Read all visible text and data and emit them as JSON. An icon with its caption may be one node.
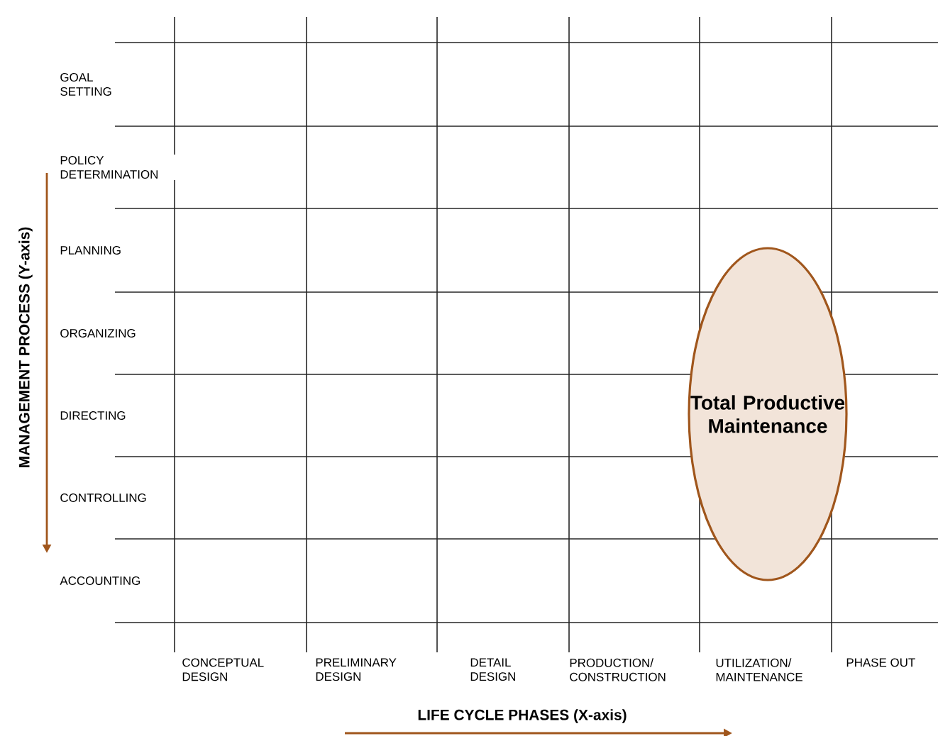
{
  "diagram": {
    "nodes": [
      {
        "text": [
          "Total Productive Maintenance"
        ]
      }
    ],
    "labels": [
      "MANAGEMENT PROCESS (Y-axis)",
      "GOAL SETTING",
      "POLICY DETERMINATION",
      "PLANNING",
      "ORGANIZING",
      "DIRECTING",
      "CONTROLLING",
      "ACCOUNTING",
      "CONCEPTUAL DESIGN",
      "PRELIMINARY DESIGN",
      "DETAIL DESIGN",
      "PRODUCTION/ CONSTRUCTION",
      "UTILIZATION/ MAINTENANCE",
      "PHASE OUT",
      "LIFE CYCLE PHASES (X-axis)"
    ]
  }
}
